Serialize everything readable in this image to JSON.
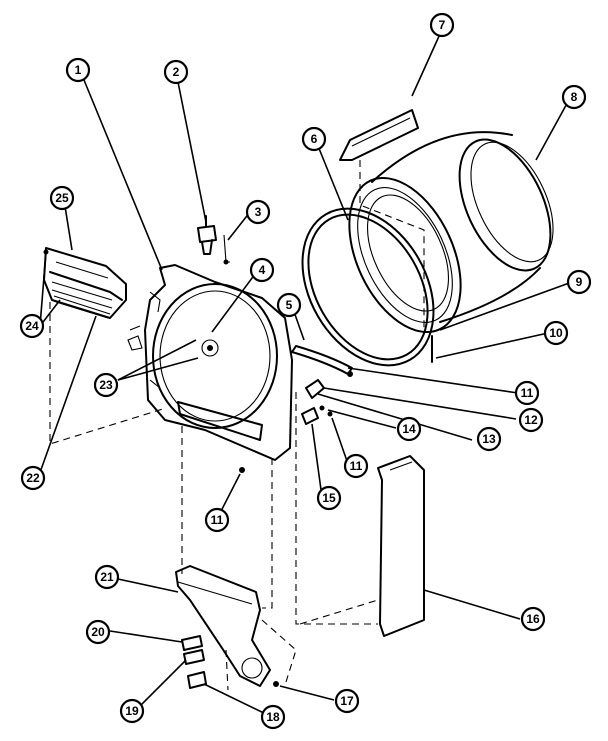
{
  "callouts": [
    {
      "number": "1"
    },
    {
      "number": "2"
    },
    {
      "number": "3"
    },
    {
      "number": "4"
    },
    {
      "number": "5"
    },
    {
      "number": "6"
    },
    {
      "number": "7"
    },
    {
      "number": "8"
    },
    {
      "number": "9"
    },
    {
      "number": "10"
    },
    {
      "number": "11"
    },
    {
      "number": "11"
    },
    {
      "number": "11"
    },
    {
      "number": "12"
    },
    {
      "number": "13"
    },
    {
      "number": "14"
    },
    {
      "number": "15"
    },
    {
      "number": "16"
    },
    {
      "number": "17"
    },
    {
      "number": "18"
    },
    {
      "number": "19"
    },
    {
      "number": "20"
    },
    {
      "number": "21"
    },
    {
      "number": "22"
    },
    {
      "number": "23"
    },
    {
      "number": "24"
    },
    {
      "number": "25"
    }
  ]
}
